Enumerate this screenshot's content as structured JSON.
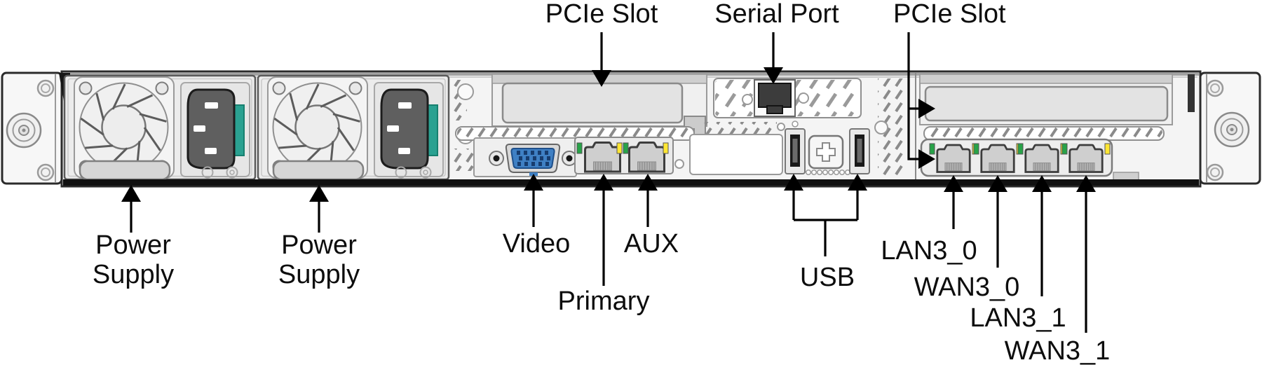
{
  "diagram": {
    "title": "server-rear-panel-diagram",
    "callouts": {
      "pcie_slot_top": "PCIe Slot",
      "serial_port": "Serial Port",
      "pcie_slot_right": "PCIe Slot",
      "power_supply_1": "Power\nSupply",
      "power_supply_2": "Power\nSupply",
      "video": "Video",
      "primary": "Primary",
      "aux": "AUX",
      "usb": "USB",
      "nic_ports": [
        "LAN3_0",
        "WAN3_0",
        "LAN3_1",
        "WAN3_1"
      ]
    },
    "colors": {
      "psu_clip_teal": "#2aa191",
      "led_green": "#27a348",
      "led_yellow": "#ffe633",
      "vga_blue": "#3f80c4",
      "serial_dark": "#3c3c3c",
      "chassis_fill": "#f4f4f4",
      "outline": "#2b2b2b"
    }
  }
}
